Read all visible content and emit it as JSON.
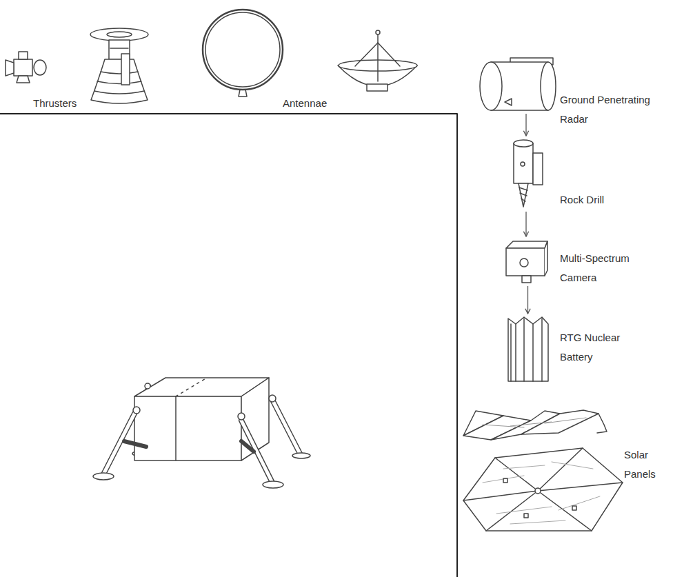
{
  "diagram": {
    "nodes": [
      {
        "text": [
          "Ground Penetrating Radar"
        ]
      },
      {
        "text": [
          "Rock Drill"
        ]
      },
      {
        "text": [
          "Multi-Spectrum Camera"
        ]
      },
      {
        "text": [
          "RTG Nuclear Battery"
        ]
      },
      {
        "text": [
          "Solar Panels"
        ]
      }
    ],
    "edges": [
      {
        "from": 0,
        "to": 1,
        "arrow": "to"
      },
      {
        "from": 1,
        "to": 2,
        "arrow": "to"
      },
      {
        "from": 2,
        "to": 3,
        "arrow": "to"
      }
    ],
    "labels": [
      "Thrusters",
      "Antennae"
    ]
  }
}
